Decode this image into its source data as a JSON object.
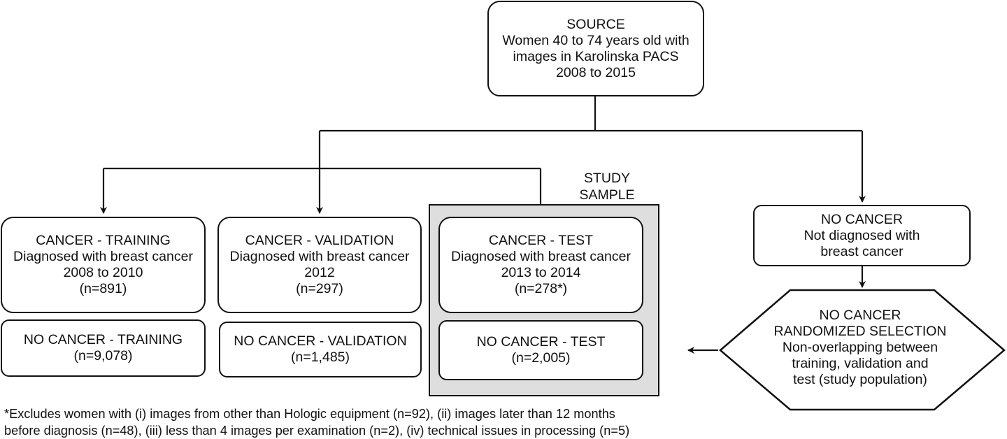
{
  "source": {
    "title": "SOURCE",
    "line1": "Women 40 to 74 years old with",
    "line2": "images in Karolinska PACS",
    "line3": "2008 to 2015"
  },
  "study_sample": {
    "line1": "STUDY",
    "line2": "SAMPLE"
  },
  "cancer_training": {
    "title": "CANCER - TRAINING",
    "line1": "Diagnosed with breast cancer",
    "line2": "2008 to 2010",
    "count": "(n=891)"
  },
  "cancer_validation": {
    "title": "CANCER - VALIDATION",
    "line1": "Diagnosed with breast cancer",
    "line2": "2012",
    "count": "(n=297)"
  },
  "cancer_test": {
    "title": "CANCER - TEST",
    "line1": "Diagnosed with breast cancer",
    "line2": "2013 to 2014",
    "count": "(n=278*)"
  },
  "no_cancer_training": {
    "title": "NO CANCER - TRAINING",
    "count": "(n=9,078)"
  },
  "no_cancer_validation": {
    "title": "NO CANCER - VALIDATION",
    "count": "(n=1,485)"
  },
  "no_cancer_test": {
    "title": "NO CANCER - TEST",
    "count": "(n=2,005)"
  },
  "no_cancer": {
    "title": "NO CANCER",
    "line1": "Not diagnosed with",
    "line2": "breast cancer"
  },
  "randomized": {
    "title": "NO CANCER",
    "line1": "RANDOMIZED SELECTION",
    "line2": "Non-overlapping between",
    "line3": "training, validation and",
    "line4": "test (study population)"
  },
  "footnote": {
    "line1": "*Excludes women with (i) images from other than Hologic equipment (n=92), (ii) images later than 12 months",
    "line2": "before diagnosis (n=48), (iii) less than 4 images per examination (n=2), (iv) technical issues in processing (n=5)"
  }
}
